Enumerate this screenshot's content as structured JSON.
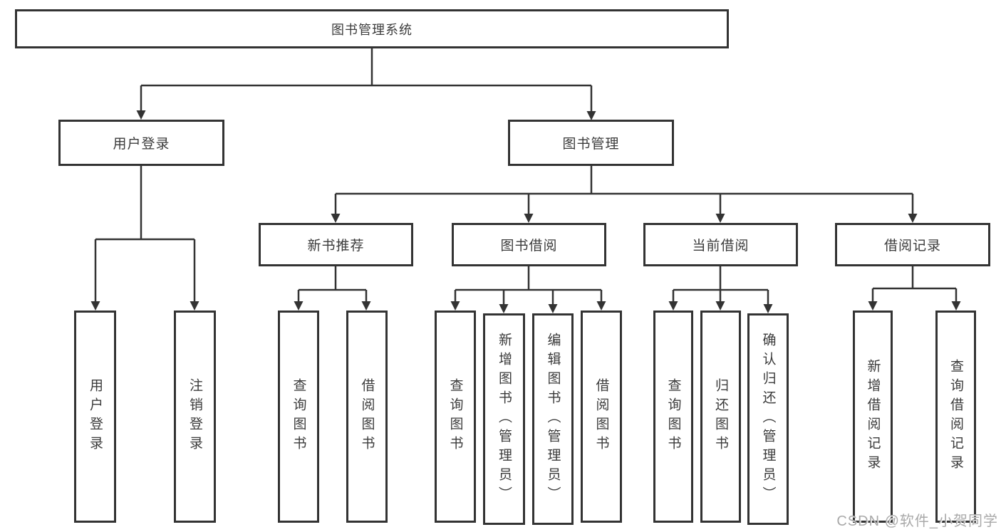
{
  "tree": {
    "root": {
      "label": "图书管理系统"
    },
    "user_login": {
      "label": "用户登录",
      "children": [
        "用户登录",
        "注销登录"
      ]
    },
    "book_mgmt": {
      "label": "图书管理"
    },
    "new_books": {
      "label": "新书推荐",
      "children": [
        "查询图书",
        "借阅图书"
      ]
    },
    "borrow": {
      "label": "图书借阅",
      "children": [
        "查询图书",
        "新增图书（管理员）",
        "编辑图书（管理员）",
        "借阅图书"
      ]
    },
    "current": {
      "label": "当前借阅",
      "children": [
        "查询图书",
        "归还图书",
        "确认归还（管理员）"
      ]
    },
    "records": {
      "label": "借阅记录",
      "children": [
        "新增借阅记录",
        "查询借阅记录"
      ]
    }
  },
  "colors": {
    "line": "#333333",
    "text": "#3b3b3b",
    "watermark": "#a9a9a9"
  },
  "watermark": "CSDN @软件_小贺同学"
}
